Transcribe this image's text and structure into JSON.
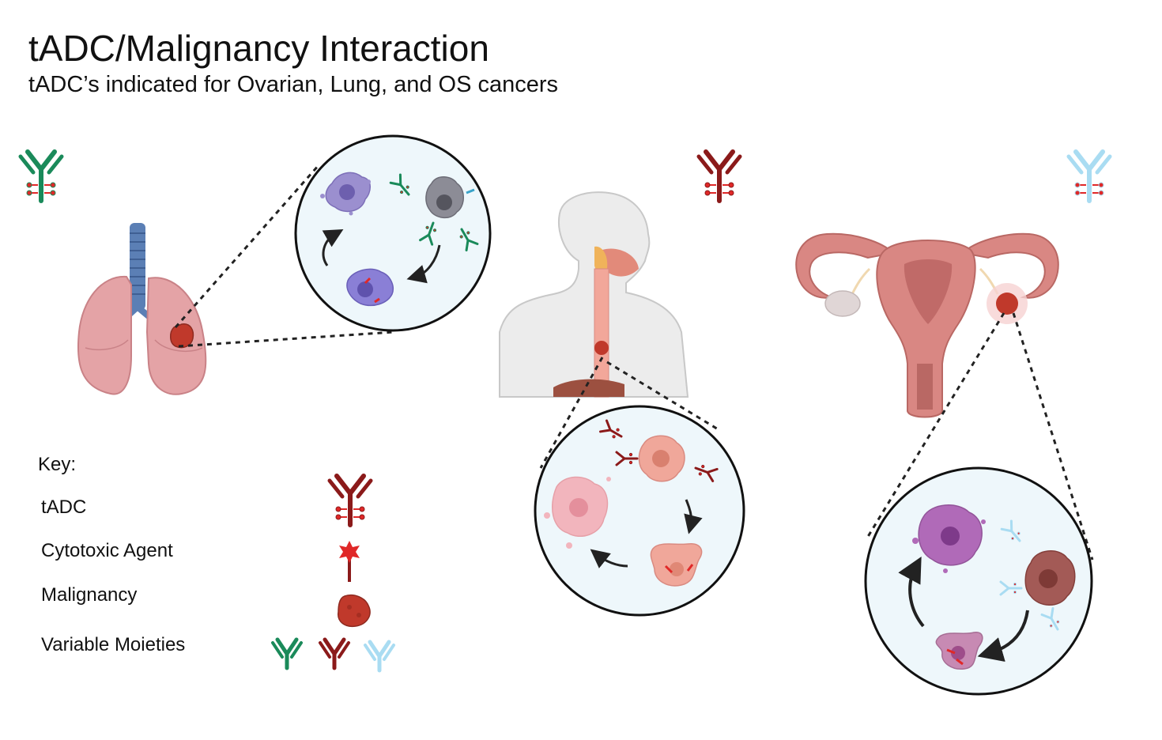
{
  "header": {
    "title": "tADC/Malignancy Interaction",
    "subtitle": "tADC’s indicated for Ovarian, Lung, and OS cancers"
  },
  "key": {
    "title": "Key:",
    "items": [
      {
        "label": "tADC",
        "icon": "antibody-icon"
      },
      {
        "label": "Cytotoxic Agent",
        "icon": "cytotoxic-agent-icon"
      },
      {
        "label": "Malignancy",
        "icon": "tumor-icon"
      },
      {
        "label": "Variable Moieties",
        "icon": "antibody-variants-icon"
      }
    ]
  },
  "colors": {
    "green_moiety": "#1a8a5a",
    "red_moiety": "#8b1a1a",
    "blue_moiety": "#a9dcf2",
    "payload": "#e02828",
    "tumor": "#c0392b",
    "lung": "#e4a3a6",
    "trachea": "#5b7fb5",
    "uterus": "#d98783",
    "circle_bg": "#eef7fb"
  },
  "panels": [
    "lung",
    "esophagus",
    "ovary"
  ]
}
